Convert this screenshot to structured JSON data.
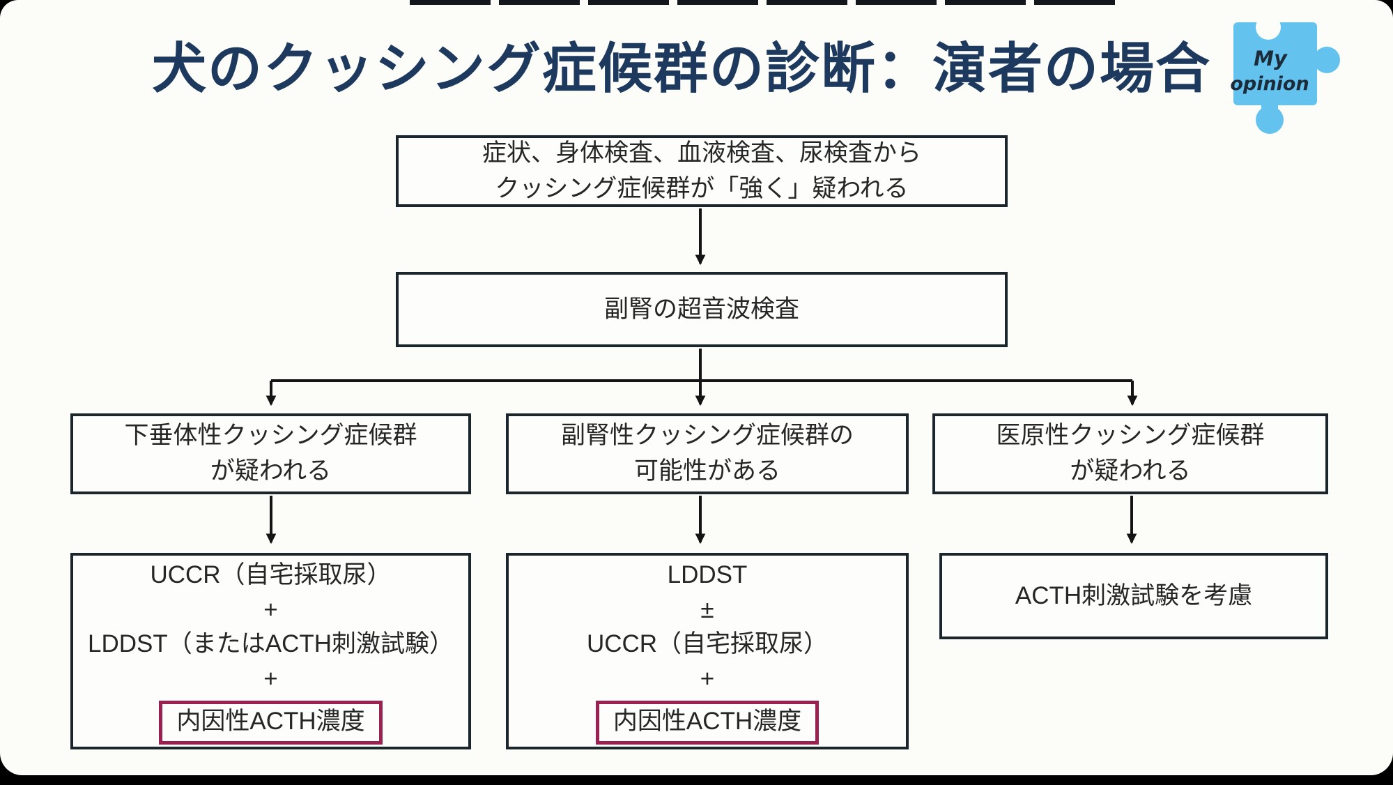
{
  "colors": {
    "title_navy": "#1d3a5e",
    "box_border": "#1b262c",
    "text_dark": "#262626",
    "maroon_accent": "#9b2150",
    "puzzle_blue": "#63c3ee",
    "slide_bg": "#fcfcf9",
    "frame_black": "#000000",
    "arrow_black": "#141414"
  },
  "title": {
    "text": "犬のクッシング症候群の診断：演者の場合"
  },
  "badge": {
    "icon": "puzzle-piece",
    "line1": "My",
    "line2": "opinion"
  },
  "flow": {
    "suspicion": {
      "line1": "症状、身体検査、血液検査、尿検査から",
      "line2": "クッシング症候群が「強く」疑われる"
    },
    "ultrasound": {
      "text": "副腎の超音波検査"
    },
    "branch_pituitary": {
      "line1": "下垂体性クッシング症候群",
      "line2": "が疑われる"
    },
    "branch_adrenal": {
      "line1": "副腎性クッシング症候群の",
      "line2": "可能性がある"
    },
    "branch_iatrogenic": {
      "line1": "医原性クッシング症候群",
      "line2": "が疑われる"
    },
    "tests_pituitary": {
      "line1": "UCCR（自宅採取尿）",
      "line2": "+",
      "line3": "LDDST（またはACTH刺激試験）",
      "line4": "+",
      "highlight": "内因性ACTH濃度"
    },
    "tests_adrenal": {
      "line1": "LDDST",
      "line2": "±",
      "line3": "UCCR（自宅採取尿）",
      "line4": "+",
      "highlight": "内因性ACTH濃度"
    },
    "tests_iatrogenic": {
      "text": "ACTH刺激試験を考慮"
    }
  }
}
